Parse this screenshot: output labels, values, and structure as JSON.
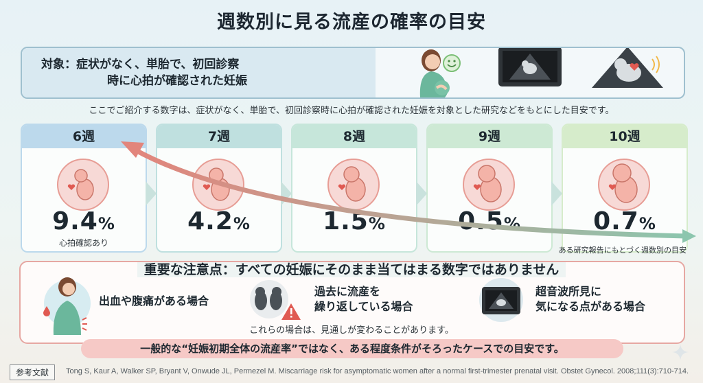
{
  "title": "週数別に見る流産の確率の目安",
  "target": {
    "line1": "対象：症状がなく、単胎で、初回診察",
    "line2": "時に心拍が確認された妊娠"
  },
  "intro": "ここでご紹介する数字は、症状がなく、単胎で、初回診察時に心拍が確認された妊娠を対象とした研究などをもとにした目安です。",
  "weeks": [
    {
      "label": "6週",
      "value": "9.4",
      "unit": "%",
      "note": "心拍確認あり",
      "color": "#bcd9ec"
    },
    {
      "label": "7週",
      "value": "4.2",
      "unit": "%",
      "note": "",
      "color": "#bfe0df"
    },
    {
      "label": "8週",
      "value": "1.5",
      "unit": "%",
      "note": "",
      "color": "#c6e6da"
    },
    {
      "label": "9週",
      "value": "0.5",
      "unit": "%",
      "note": "",
      "color": "#cde9d4"
    },
    {
      "label": "10週",
      "value": "0.7",
      "unit": "%",
      "note": "",
      "color": "#d6eccb"
    }
  ],
  "arrow_note": "ある研究報告にもとづく週数別の目安",
  "notes": {
    "title": "重要な注意点：すべての妊娠にそのまま当てはまる数字ではありません",
    "item1": "出血や腹痛がある場合",
    "item2_line1": "過去に流産を",
    "item2_line2": "繰り返している場合",
    "item3_line1": "超音波所見に",
    "item3_line2": "気になる点がある場合",
    "footer": "これらの場合は、見通しが変わることがあります。"
  },
  "banner": "一般的な“妊娠初期全体の流産率”ではなく、ある程度条件がそろったケースでの目安です。",
  "reference": {
    "label": "参考文献",
    "text": "Tong S, Kaur A, Walker SP, Bryant V, Onwude JL, Permezel M. Miscarriage risk for asymptomatic women after a normal first-trimester prenatal visit. Obstet Gynecol. 2008;111(3):710-714."
  },
  "colors": {
    "arrow_start": "#e2857c",
    "arrow_end": "#8cc6ae",
    "accent_red": "#e05a52"
  },
  "icons": [
    "pregnant-woman-icon",
    "smiley-icon",
    "ultrasound-monitor-icon",
    "ultrasound-heart-icon",
    "embryo-icon",
    "woman-pain-icon",
    "twin-embryo-warning-icon",
    "ultrasound-screen-icon",
    "sparkle-icon"
  ]
}
